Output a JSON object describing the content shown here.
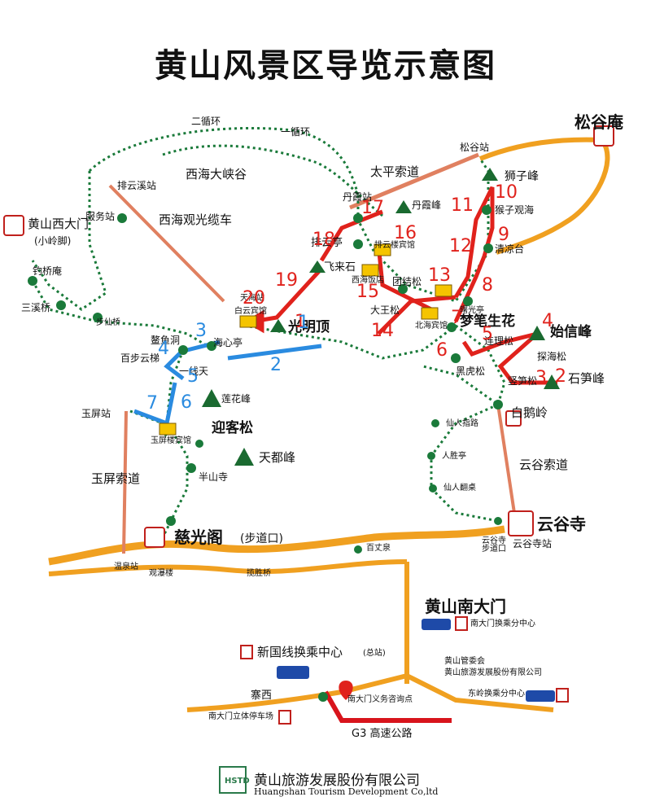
{
  "title": "黄山风景区导览示意图",
  "legend_note": "",
  "places": {
    "songguan": "松谷庵",
    "songgu_station": "松谷站",
    "taiping_cable": "太平索道",
    "shizi": "狮子峰",
    "houzi": "猴子观海",
    "qingliang": "清凉台",
    "paiyun_station": "排云溪站",
    "xihai_canyon": "西海大峡谷",
    "xihai_cable": "西海观光缆车",
    "erxun": "二循环",
    "yixun": "一循环",
    "danxia_station": "丹霞站",
    "danxia_peak": "丹霞峰",
    "paiyun_pavilion": "排云亭",
    "feilai": "飞来石",
    "tianhai_station": "天海站",
    "guangming": "光明顶",
    "haixin": "海心亭",
    "aoyu": "鳌鱼洞",
    "baibu": "百步云梯",
    "yixian": "一线天",
    "lianhua": "莲花峰",
    "yingke": "迎客松",
    "tiandu": "天都峰",
    "banshan": "半山寺",
    "yuping_station": "玉屏站",
    "yuping_cable": "玉屏索道",
    "ciguang": "慈光阁",
    "trail_entrance": "(步道口)",
    "wenquan": "温泉站",
    "huangshan_west": "黄山西大门",
    "xiaolingjiao": "(小岭脚)",
    "fuwuan": "服务站",
    "diaoqiao": "钓桥庵",
    "sanxi": "三溪桥",
    "buxian": "步仙桥",
    "tuanjie": "团结松",
    "dawang": "大王松",
    "beihai_hotel": "北海宾馆",
    "xihai_hotel": "西海饭店",
    "paiyunlou": "排云楼宾馆",
    "shuguang": "曙光亭",
    "mengbi": "梦笔生花",
    "shixin": "始信峰",
    "lianli": "连理松",
    "tanhai": "探海松",
    "shusun": "竖笋松",
    "shisun": "石笋峰",
    "heihu": "黑虎松",
    "baie": "白鹅岭",
    "yungu_cable": "云谷索道",
    "yungusi": "云谷寺",
    "yungusi_station": "云谷寺站",
    "yungu_trail": "云谷寺步道口",
    "xianren_zhilu": "仙人指路",
    "rusheng": "人胜亭",
    "xianren_fan": "仙人翻桌",
    "baizhang": "百丈泉",
    "guanpu": "观瀑楼",
    "yaogui": "揽胜桥",
    "south_gate": "黄山南大门",
    "south_transfer": "南大门换乘分中心",
    "new_transfer": "新国线换乘中心",
    "new_transfer_note": "(总站)",
    "admin1": "黄山管委会",
    "admin2": "黄山旅游发展股份有限公司",
    "east_transfer": "东岭换乘分中心",
    "zhaixi": "寨西",
    "south_parking": "南大门立体停车场",
    "info_point": "南大门义务咨询点",
    "g3": "G3 高速公路",
    "hotel_yuping": "玉屏楼宾馆",
    "hotel_baiyun": "白云宾馆"
  },
  "route_numbers": {
    "red": [
      "1",
      "2",
      "3",
      "4",
      "5",
      "6",
      "7",
      "8",
      "9",
      "10",
      "11",
      "12",
      "13",
      "14",
      "15",
      "16",
      "17",
      "18",
      "19",
      "20"
    ],
    "blue": [
      "1",
      "2",
      "3",
      "4",
      "5",
      "6",
      "7"
    ]
  },
  "footer": {
    "company_cn": "黄山旅游发展股份有限公司",
    "company_en": "Huangshan Tourism Development Co,ltd",
    "logo_text": "HSTD"
  },
  "colors": {
    "trail": "#1a7a3a",
    "road": "#f0a020",
    "cable": "#e08060",
    "red_arrow": "#e0221c",
    "blue_arrow": "#2a8be0",
    "hotel": "#f5c400",
    "highway": "#d8141c"
  }
}
